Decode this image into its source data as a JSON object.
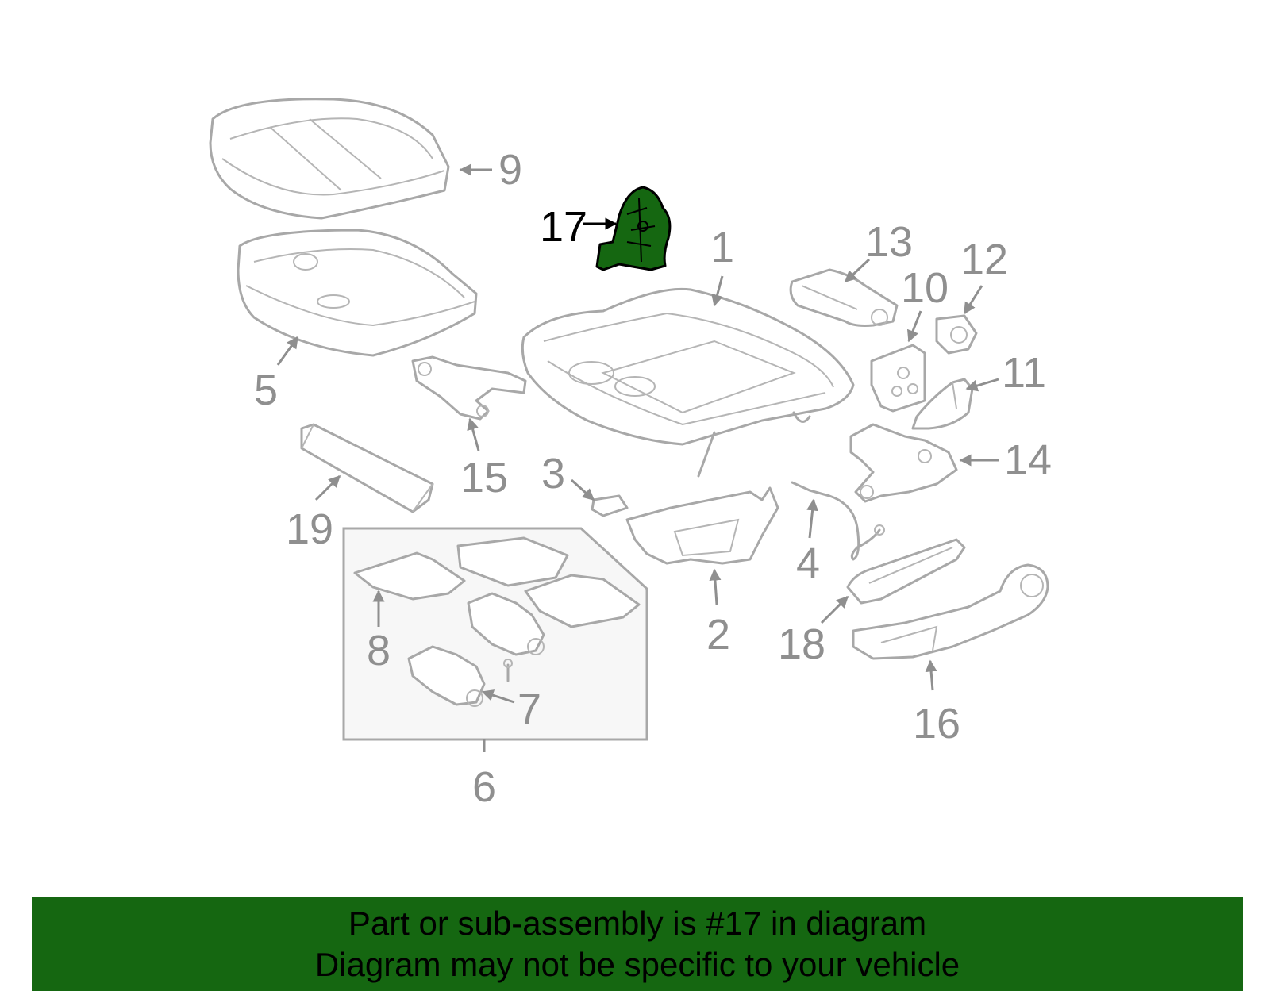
{
  "diagram": {
    "highlight_color": "#156711",
    "highlighted_part": "17",
    "callouts": [
      "1",
      "2",
      "3",
      "4",
      "5",
      "6",
      "7",
      "8",
      "9",
      "10",
      "11",
      "12",
      "13",
      "14",
      "15",
      "16",
      "17",
      "18",
      "19"
    ]
  },
  "banner": {
    "background": "#156711",
    "line1": "Part or sub-assembly is #17 in diagram",
    "line2": "Diagram may not be specific to your vehicle"
  }
}
